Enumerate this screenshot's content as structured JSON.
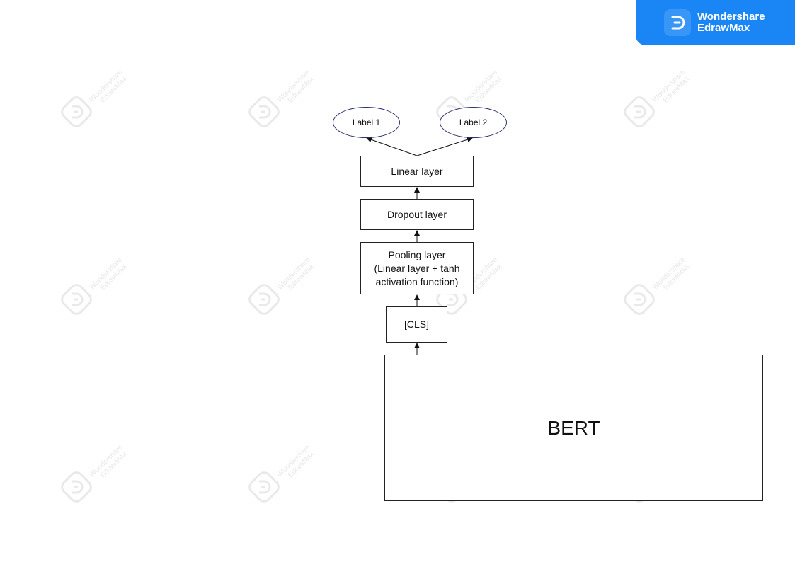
{
  "brand": {
    "line1": "Wondershare",
    "line2": "EdrawMax",
    "color": "#1a86f5"
  },
  "watermark": {
    "line1": "Wondershare",
    "line2": "EdrawMax"
  },
  "diagram": {
    "label1": "Label 1",
    "label2": "Label 2",
    "linear": "Linear layer",
    "dropout": "Dropout layer",
    "pooling": [
      "Pooling layer",
      "(Linear layer + tanh",
      "activation function)"
    ],
    "cls": "[CLS]",
    "bert": "BERT"
  }
}
